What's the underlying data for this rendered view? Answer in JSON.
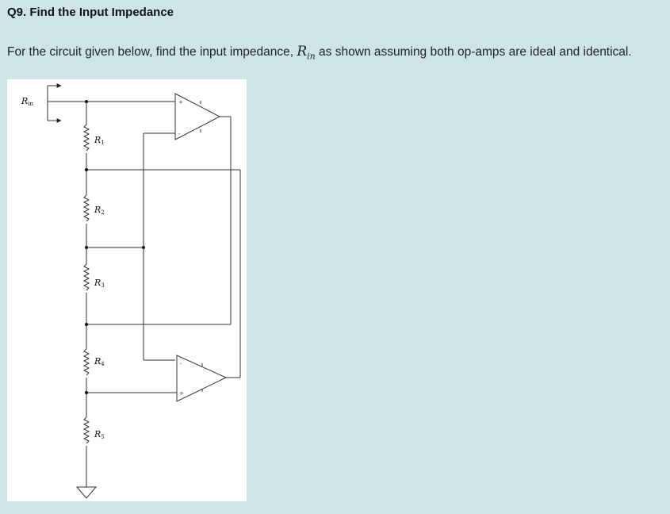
{
  "question": {
    "title": "Q9. Find the Input Impedance",
    "text_before": "For the circuit given below, find the input impedance, ",
    "rin_symbol": "R",
    "rin_subscript": "in",
    "text_after": " as shown assuming both op-amps are ideal and identical."
  },
  "circuit": {
    "input_label": "R",
    "input_subscript": "in",
    "resistors": [
      {
        "symbol": "R",
        "index": "1"
      },
      {
        "symbol": "R",
        "index": "2"
      },
      {
        "symbol": "R",
        "index": "3"
      },
      {
        "symbol": "R",
        "index": "4"
      },
      {
        "symbol": "R",
        "index": "5"
      }
    ],
    "opamp_signs": {
      "plus": "+",
      "minus": "-"
    }
  }
}
